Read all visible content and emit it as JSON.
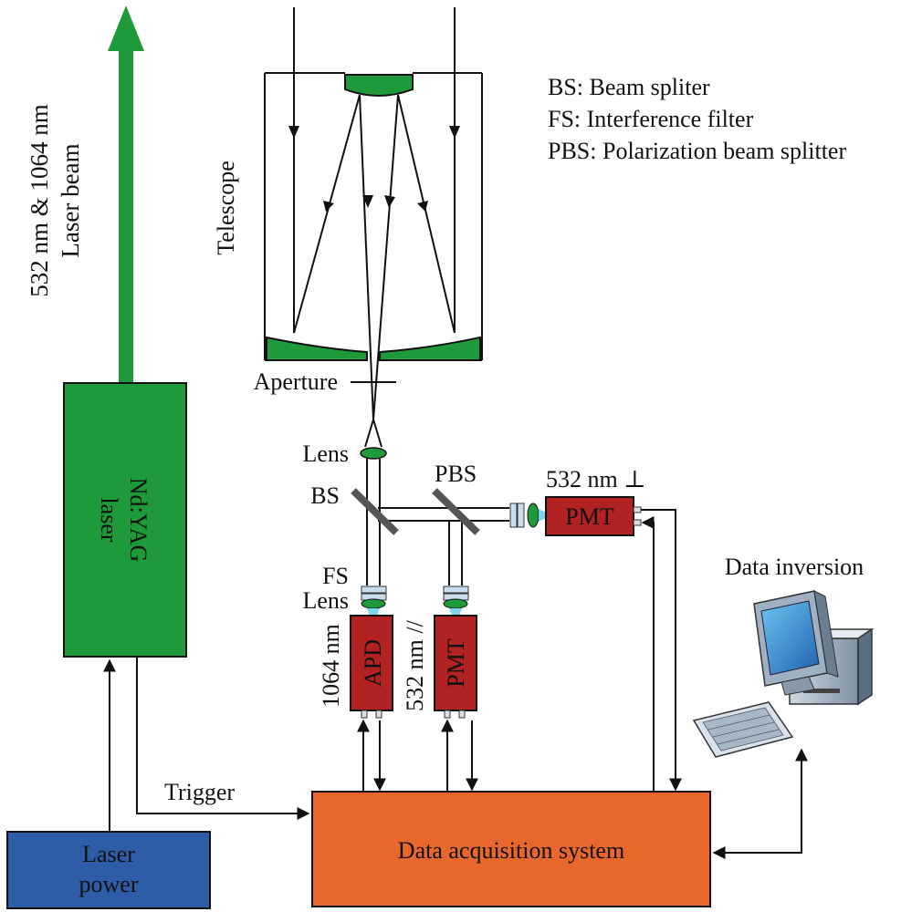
{
  "legend": {
    "bs": "BS: Beam spliter",
    "fs": "FS: Interference filter",
    "pbs": "PBS: Polarization beam splitter"
  },
  "beam": {
    "line1": "532 nm & 1064 nm",
    "line2": "Laser beam"
  },
  "laser": {
    "line1": "Nd:YAG",
    "line2": "laser"
  },
  "power": {
    "line1": "Laser",
    "line2": "power"
  },
  "telescope": "Telescope",
  "aperture": "Aperture",
  "lens_top": "Lens",
  "bs": "BS",
  "pbs": "PBS",
  "pmt_perp_label": "532 nm ⊥",
  "fs": "FS",
  "lens_bottom": "Lens",
  "apd": "APD",
  "pmt_par": "PMT",
  "pmt_perp": "PMT",
  "wl_1064": "1064 nm",
  "wl_532par": "532 nm //",
  "data_inversion": "Data inversion",
  "trigger": "Trigger",
  "daq": "Data acquisition system",
  "colors": {
    "green": "#1e9a3b",
    "red": "#b22222",
    "orange": "#e8672a",
    "blue": "#2e5da8"
  }
}
